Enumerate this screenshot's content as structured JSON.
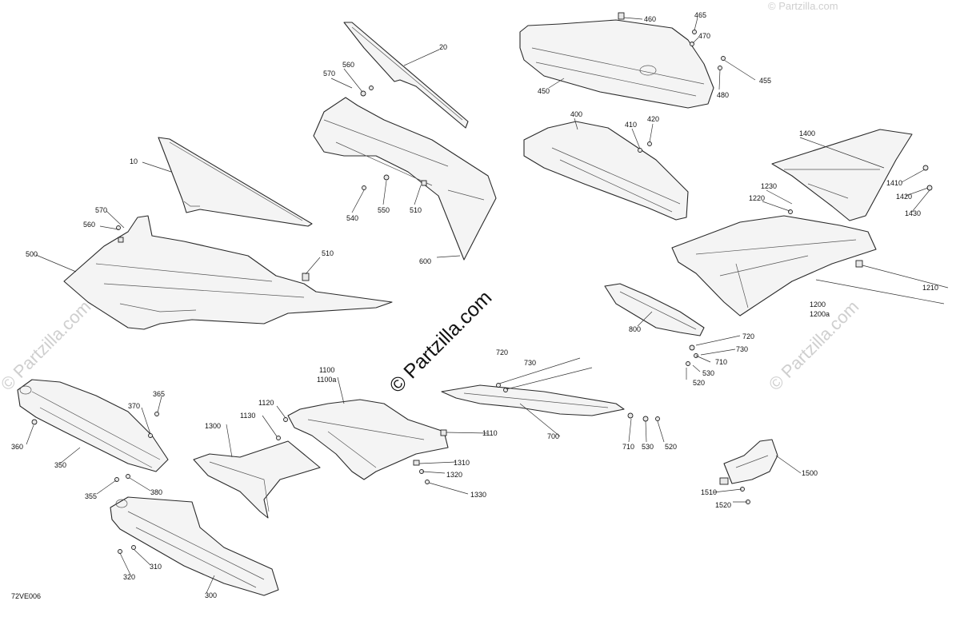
{
  "watermark": {
    "main": "© Partzilla.com",
    "side_right": "© Partzilla.com",
    "side_left": "© Partzilla.com",
    "corner_right": "© Partzilla.com"
  },
  "diagram_ref": "72VE006",
  "callouts": {
    "c10": "10",
    "c20": "20",
    "c300": "300",
    "c310": "310",
    "c320": "320",
    "c350": "350",
    "c355": "355",
    "c360": "360",
    "c365": "365",
    "c370": "370",
    "c380": "380",
    "c400": "400",
    "c410": "410",
    "c420": "420",
    "c450": "450",
    "c455": "455",
    "c460": "460",
    "c465": "465",
    "c470": "470",
    "c480": "480",
    "c500": "500",
    "c510a": "510",
    "c510b": "510",
    "c520a": "520",
    "c520b": "520",
    "c530a": "530",
    "c530b": "530",
    "c540": "540",
    "c550": "550",
    "c560a": "560",
    "c560b": "560",
    "c570a": "570",
    "c570b": "570",
    "c600": "600",
    "c700": "700",
    "c710a": "710",
    "c710b": "710",
    "c720a": "720",
    "c720b": "720",
    "c730a": "730",
    "c730b": "730",
    "c800": "800",
    "c1100": "1100",
    "c1100a": "1100a",
    "c1110": "1110",
    "c1120": "1120",
    "c1130": "1130",
    "c1200": "1200",
    "c1200a": "1200a",
    "c1210": "1210",
    "c1220": "1220",
    "c1230": "1230",
    "c1300": "1300",
    "c1310": "1310",
    "c1320": "1320",
    "c1330": "1330",
    "c1400": "1400",
    "c1410": "1410",
    "c1420": "1420",
    "c1430": "1430",
    "c1500": "1500",
    "c1510": "1510",
    "c1520": "1520"
  }
}
